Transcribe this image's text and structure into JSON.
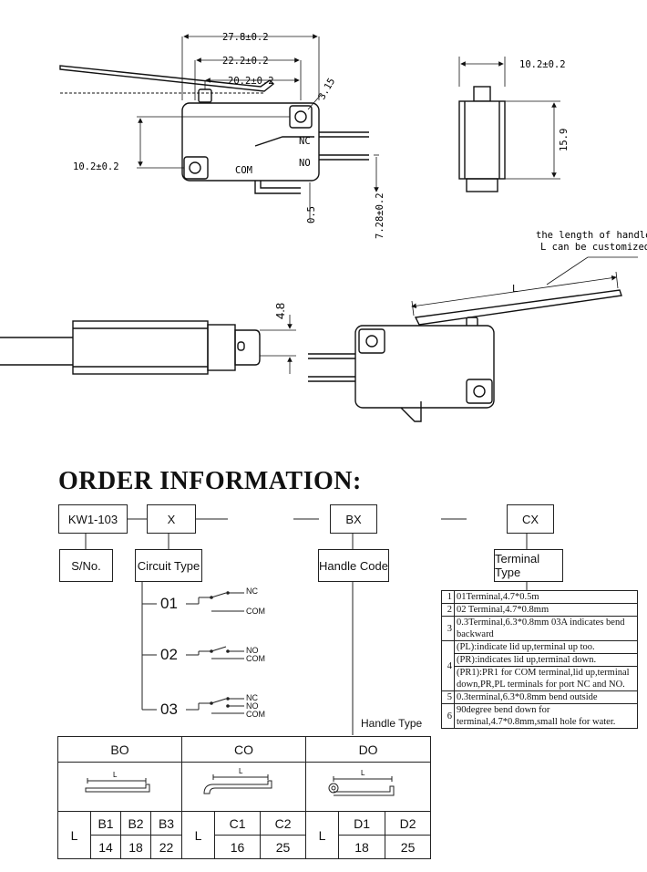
{
  "drawing": {
    "dims": {
      "d278": "27.8±0.2",
      "d222": "22.2±0.2",
      "d202": "20.2±0.2",
      "d315": "3.15",
      "d102a": "10.2±0.2",
      "d05": "0.5",
      "d728": "7.28±0.2",
      "d102b": "10.2±0.2",
      "d159": "15.9",
      "d48": "4.8",
      "L": "L"
    },
    "terminals": {
      "nc": "NC",
      "no": "NO",
      "com": "COM"
    },
    "handle_note": [
      "the length of handle",
      "L can be customized"
    ]
  },
  "order": {
    "title": "ORDER INFORMATION:",
    "code_boxes": {
      "model": "KW1-103",
      "x": "X",
      "bx": "BX",
      "cx": "CX"
    },
    "label_boxes": {
      "sno": "S/No.",
      "circuit": "Circuit Type",
      "handle": "Handle Code",
      "terminal": "Terminal Type"
    },
    "circuits": [
      {
        "code": "01",
        "labels": [
          "NC",
          "COM"
        ]
      },
      {
        "code": "02",
        "labels": [
          "NO",
          "COM"
        ]
      },
      {
        "code": "03",
        "labels": [
          "NC",
          "NO",
          "COM"
        ]
      }
    ],
    "terminal_types": [
      {
        "n": "1",
        "text": "01Terminal,4.7*0.5m"
      },
      {
        "n": "2",
        "text": "02 Terminal,4.7*0.8mm"
      },
      {
        "n": "3",
        "text": "0.3Terminal,6.3*0.8mm 03A indicates bend backward"
      },
      {
        "n": "4",
        "lines": [
          "(PL):indicate lid up,terminal up too.",
          "(PR):indicates lid up,terminal down.",
          "(PR1):PR1 for COM terminal,lid up,terminal down,PR,PL terminals for port NC and NO."
        ]
      },
      {
        "n": "5",
        "text": "0.3terminal,6.3*0.8mm bend outside"
      },
      {
        "n": "6",
        "text": "90degree bend down for terminal,4.7*0.8mm,small hole for water."
      }
    ],
    "handle_type_label": "Handle Type",
    "handle_table": {
      "groups": [
        "BO",
        "CO",
        "DO"
      ],
      "row_label": "L",
      "codes": [
        "B1",
        "B2",
        "B3",
        "C1",
        "C2",
        "D1",
        "D2"
      ],
      "values": [
        "14",
        "18",
        "22",
        "16",
        "25",
        "18",
        "25"
      ],
      "sketch_label": "L"
    }
  }
}
